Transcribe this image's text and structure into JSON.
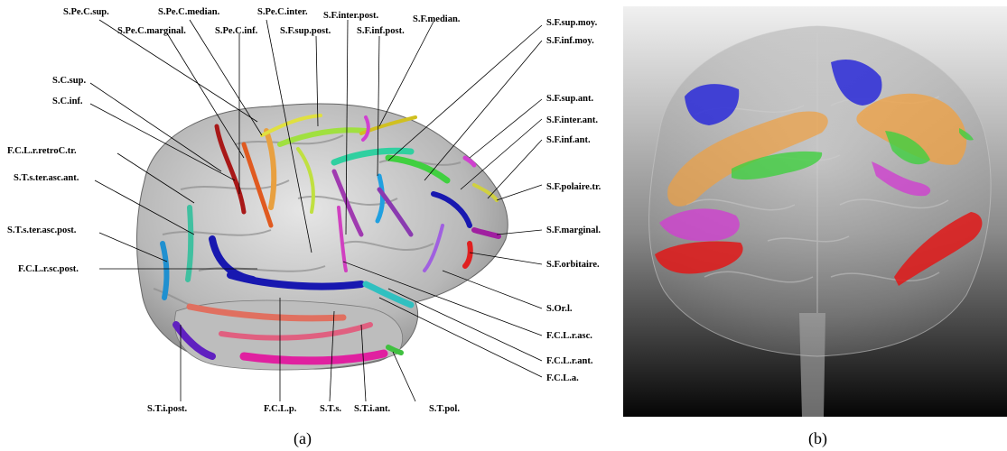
{
  "panel_a": {
    "caption": "(a)",
    "labels": [
      "S.Pe.C.sup.",
      "S.Pe.C.median.",
      "S.Pe.C.inter.",
      "S.F.inter.post.",
      "S.F.median.",
      "S.Pe.C.marginal.",
      "S.Pe.C.inf.",
      "S.F.sup.post.",
      "S.F.inf.post.",
      "S.F.sup.moy.",
      "S.F.inf.moy.",
      "S.C.sup.",
      "S.C.inf.",
      "S.F.sup.ant.",
      "S.F.inter.ant.",
      "S.F.inf.ant.",
      "F.C.L.r.retroC.tr.",
      "S.T.s.ter.asc.ant.",
      "S.F.polaire.tr.",
      "S.F.marginal.",
      "S.T.s.ter.asc.post.",
      "S.F.orbitaire.",
      "F.C.L.r.sc.post.",
      "S.Or.l.",
      "F.C.L.r.asc.",
      "F.C.L.r.ant.",
      "F.C.L.a.",
      "S.T.i.post.",
      "F.C.L.p.",
      "S.T.s.",
      "S.T.i.ant.",
      "S.T.pol."
    ]
  },
  "panel_b": {
    "caption": "(b)"
  },
  "colors": {
    "blue": "#2a2ad8",
    "orange": "#f0a040",
    "green": "#40d040",
    "magenta": "#d040d0",
    "red": "#e01818",
    "brain_gray": "#b5b5b5"
  }
}
